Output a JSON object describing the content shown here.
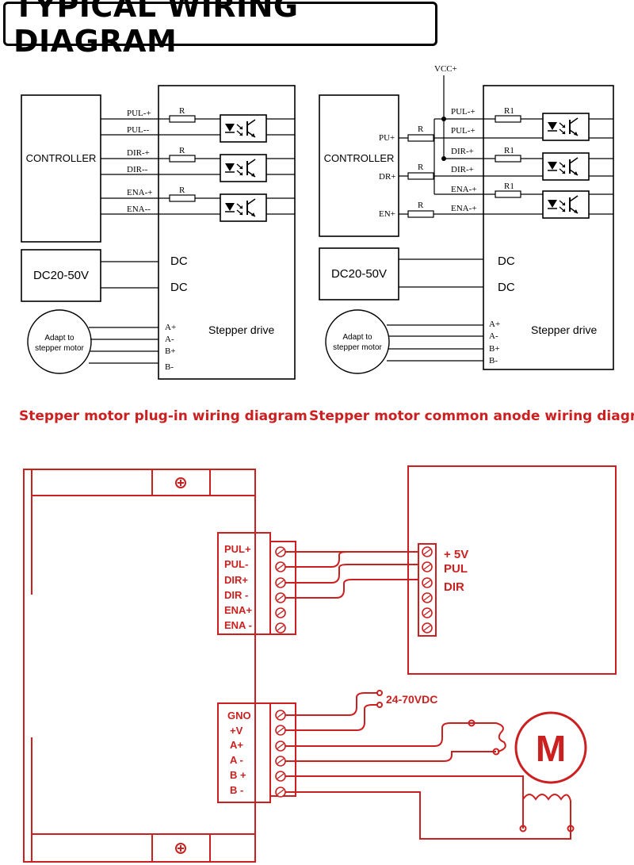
{
  "title": "TYPICAL WIRING DIAGRAM",
  "left_diagram": {
    "controller": "CONTROLLER",
    "power": "DC20-50V",
    "motor": [
      "Adapt to",
      "stepper motor"
    ],
    "drive": "Stepper drive",
    "signals": [
      "PUL-+",
      "PUL--",
      "DIR-+",
      "DIR--",
      "ENA-+",
      "ENA--"
    ],
    "resistor": "R",
    "dc": [
      "DC",
      "DC"
    ],
    "motor_pins": [
      "A+",
      "A-",
      "B+",
      "B-"
    ],
    "caption": "Stepper motor plug-in wiring diagram"
  },
  "right_diagram": {
    "vcc": "VCC+",
    "controller": "CONTROLLER",
    "power": "DC20-50V",
    "motor": [
      "Adapt to",
      "stepper motor"
    ],
    "drive": "Stepper drive",
    "controller_pins": [
      "PU+",
      "DR+",
      "EN+"
    ],
    "signals": [
      "PUL-+",
      "PUL-+",
      "DIR-+",
      "DIR-+",
      "ENA-+",
      "ENA-+"
    ],
    "resistor_r": "R",
    "resistor_r1": "R1",
    "dc": [
      "DC",
      "DC"
    ],
    "motor_pins": [
      "A+",
      "A-",
      "B+",
      "B-"
    ],
    "caption": "Stepper motor common anode wiring diagram"
  },
  "bottom_diagram": {
    "signal_pins": [
      "PUL+",
      "PUL-",
      "DIR+",
      "DIR -",
      "ENA+",
      "ENA -"
    ],
    "power_pins": [
      "GNO",
      "+V",
      "A+",
      "A -",
      "B +",
      "B -"
    ],
    "controller_labels": [
      "+ 5V",
      "PUL",
      "DIR"
    ],
    "supply": "24-70VDC",
    "motor": "M"
  },
  "colors": {
    "wiring_red": "#cc1f1f",
    "line": "#000000"
  }
}
